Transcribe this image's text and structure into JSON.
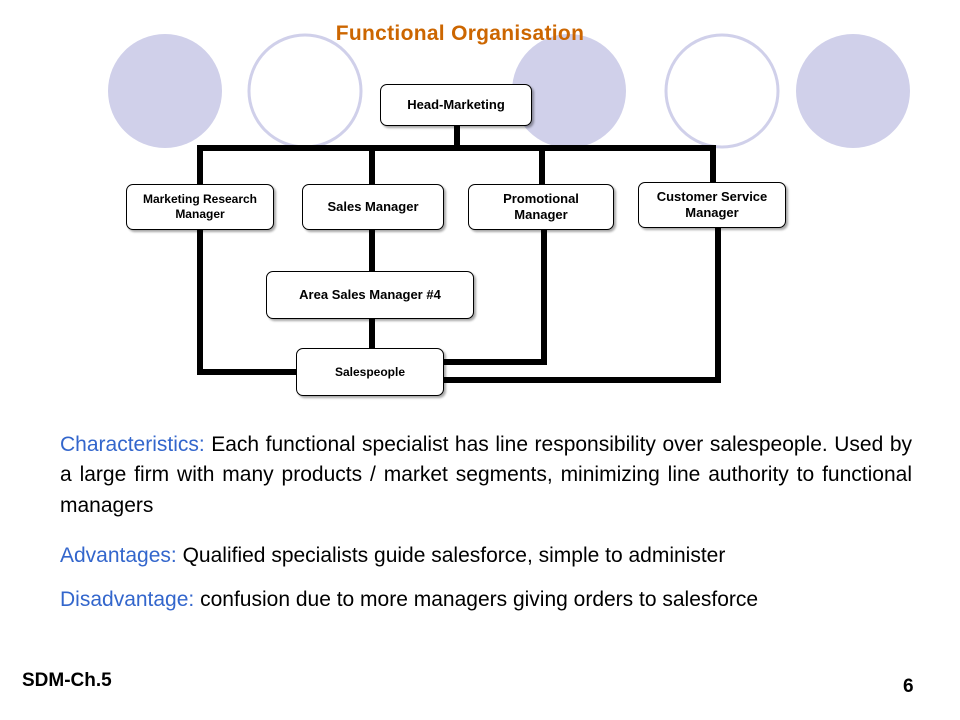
{
  "title": "Functional Organisation",
  "org_chart": {
    "head": "Head-Marketing",
    "managers": [
      "Marketing Research Manager",
      "Sales Manager",
      "Promotional Manager",
      "Customer Service Manager"
    ],
    "area_manager": "Area Sales Manager #4",
    "salespeople": "Salespeople"
  },
  "text": {
    "characteristics_label": "Characteristics:",
    "characteristics_body": " Each functional specialist has line responsibility over salespeople. Used by a large firm with many products / market segments, minimizing line authority to functional managers",
    "advantages_label": "Advantages:",
    "advantages_body": " Qualified specialists guide salesforce, simple to administer",
    "disadvantage_label": "Disadvantage:",
    "disadvantage_body": " confusion due to more managers giving orders to salesforce"
  },
  "footer": {
    "chapter": "SDM-Ch.5",
    "page_number": "6"
  },
  "colors": {
    "title": "#cc6600",
    "label": "#3366cc",
    "circle_fill": "#d0d0ea",
    "circle_stroke": "#d0d0ea"
  }
}
